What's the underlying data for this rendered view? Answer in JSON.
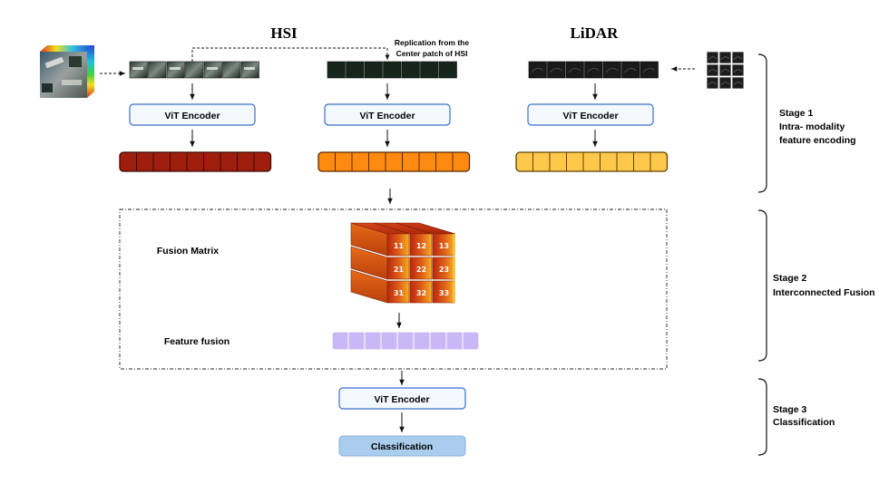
{
  "titles": {
    "hsi": "HSI",
    "lidar": "LiDAR"
  },
  "replication_note": [
    "Replication from the",
    "Center patch of HSI"
  ],
  "encoder_label": "ViT Encoder",
  "fusion": {
    "matrix_label": "Fusion Matrix",
    "feature_label": "Feature fusion",
    "cells": [
      "11",
      "12",
      "13",
      "21",
      "22",
      "23",
      "31",
      "32",
      "33"
    ]
  },
  "classification_label": "Classification",
  "stages": [
    {
      "lines": [
        "Stage 1",
        "Intra- modality",
        "feature encoding"
      ]
    },
    {
      "lines": [
        "Stage 2",
        "Interconnected Fusion"
      ]
    },
    {
      "lines": [
        "Stage 3",
        "Classification"
      ]
    }
  ],
  "colors": {
    "encoder_border": "#3b6fd1",
    "encoder_fill": "#f4f8ff",
    "token_dark_red": "#9e1d0c",
    "token_orange": "#ff8a10",
    "token_yellow": "#ffc84a",
    "fusion_lavender": "#c9b8f5",
    "classification_fill": "#aacdee"
  },
  "icons": {
    "hsi_cube": "hyperspectral-cube-icon",
    "lidar_grid": "lidar-patch-grid-icon"
  }
}
